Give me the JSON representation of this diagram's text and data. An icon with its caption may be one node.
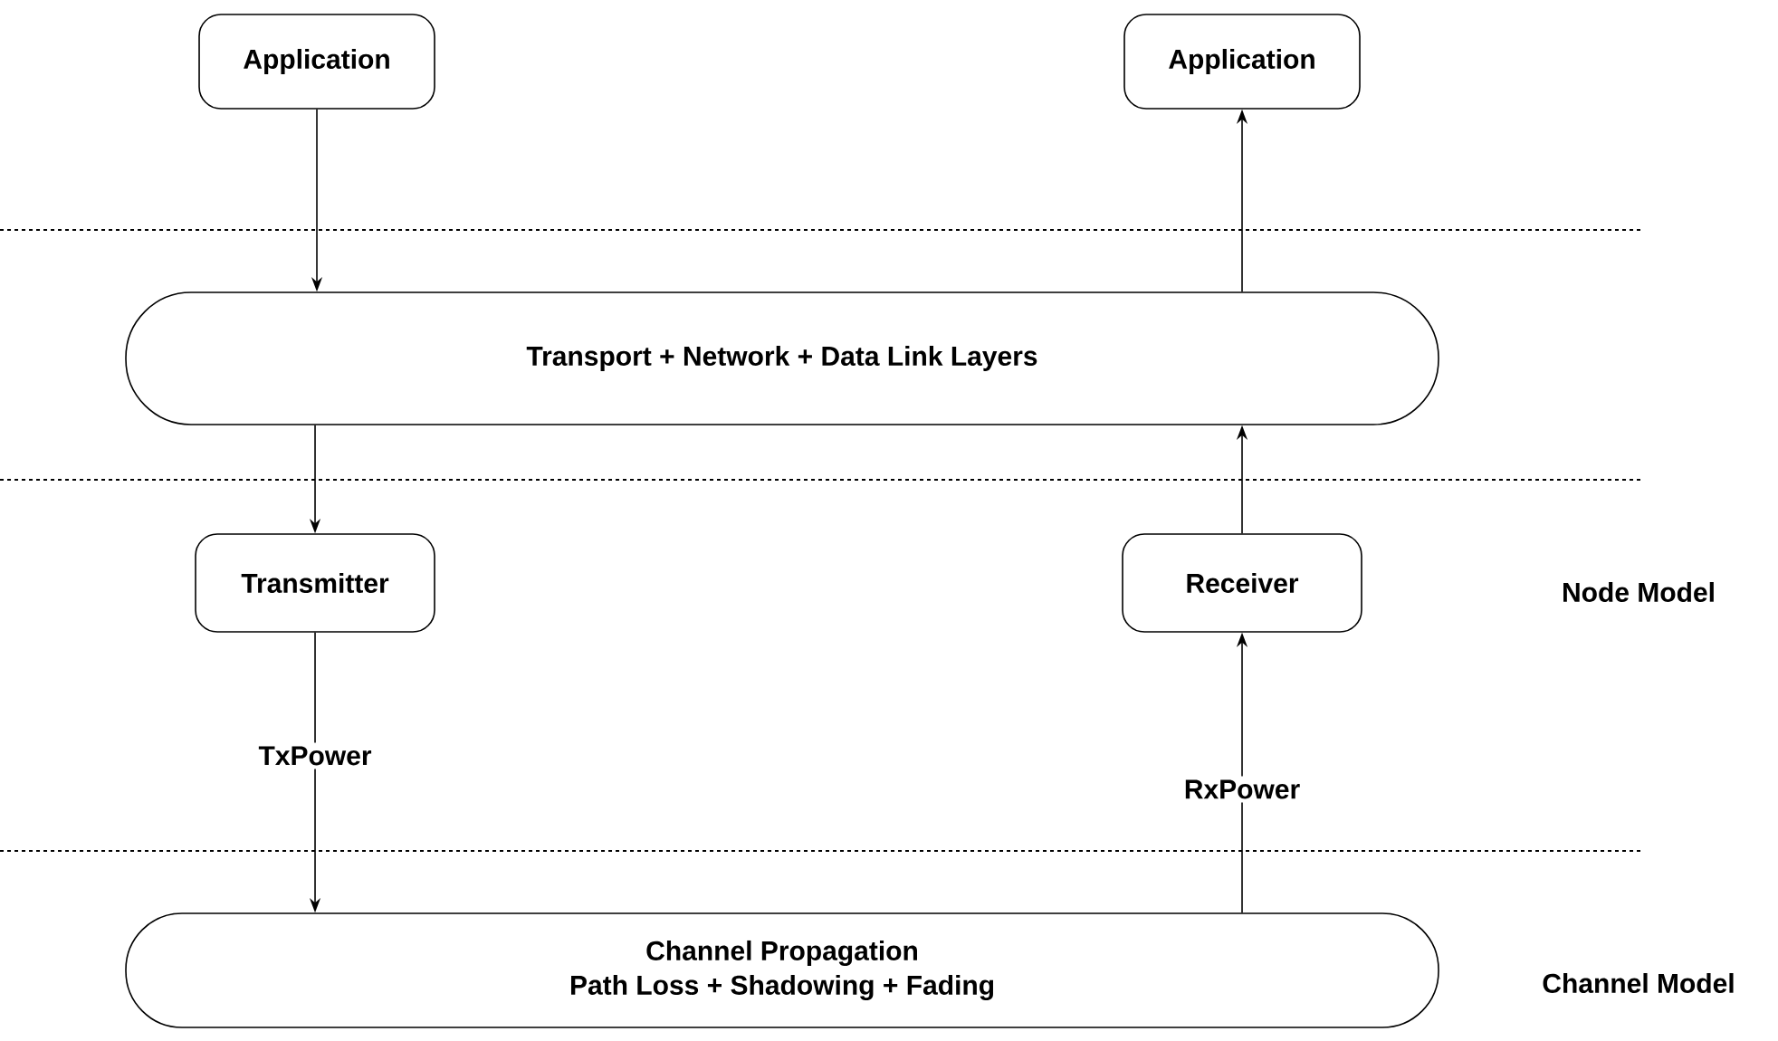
{
  "diagram": {
    "nodes": [
      {
        "text": [
          "Application"
        ]
      },
      {
        "text": [
          "Application"
        ]
      },
      {
        "text": [
          "Transport + Network + Data Link Layers"
        ]
      },
      {
        "text": [
          "Transmitter"
        ]
      },
      {
        "text": [
          "Receiver"
        ]
      },
      {
        "text": [
          "Channel Propagation",
          "Path Loss + Shadowing + Fading"
        ]
      }
    ],
    "edges": [
      {
        "from": 0,
        "to": 2,
        "arrow": "to"
      },
      {
        "from": 2,
        "to": 1,
        "arrow": "to"
      },
      {
        "from": 2,
        "to": 3,
        "arrow": "to"
      },
      {
        "from": 4,
        "to": 2,
        "arrow": "to"
      },
      {
        "from": 3,
        "to": 5,
        "arrow": "to",
        "label": "TxPower"
      },
      {
        "from": 5,
        "to": 4,
        "arrow": "to",
        "label": "RxPower"
      }
    ],
    "labels": [
      "Node Model",
      "Channel Model"
    ]
  }
}
